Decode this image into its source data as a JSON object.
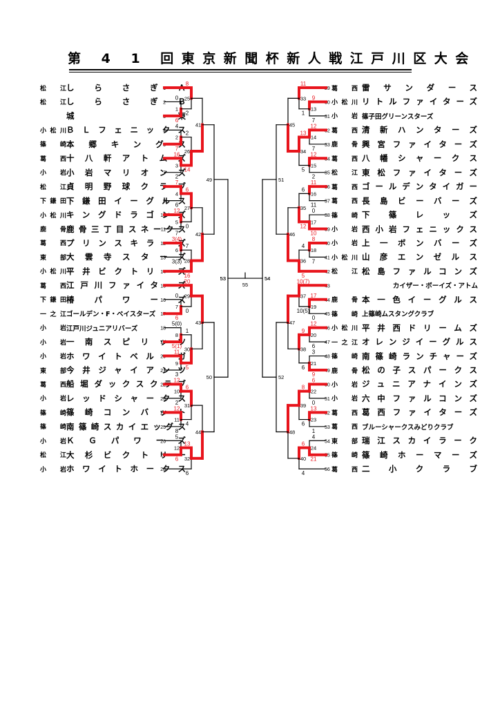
{
  "title": "第 4 1 回東京新聞杯新人戦江戸川区大会",
  "colors": {
    "winner": "#e8141c",
    "line": "#000000",
    "loss_score": "#000000",
    "win_score": "#e8141c"
  },
  "left_teams": [
    {
      "seed": 1,
      "area": "松　江",
      "name": "しらさぎＡ"
    },
    {
      "seed": 2,
      "area": "松　江",
      "name": "しらさぎＢ"
    },
    {
      "seed": 3,
      "area": "",
      "name": "城　　　　　　　　東",
      "style": "split"
    },
    {
      "seed": 4,
      "area": "小松川",
      "name": "ＢＬフェニックス"
    },
    {
      "seed": 5,
      "area": "篠　崎",
      "name": "本郷キングス"
    },
    {
      "seed": 6,
      "area": "葛　西",
      "name": "十八軒アトムズ"
    },
    {
      "seed": 7,
      "area": "小　岩",
      "name": "小岩マリオンズ"
    },
    {
      "seed": 8,
      "area": "松　江",
      "name": "貞明野球クラブ"
    },
    {
      "seed": 9,
      "area": "下鎌田",
      "name": "下鎌田イーグルス"
    },
    {
      "seed": 10,
      "area": "小松川",
      "name": "キングドラゴンズ"
    },
    {
      "seed": 11,
      "area": "鹿　骨",
      "name": "鹿骨三丁目スネークス"
    },
    {
      "seed": 12,
      "area": "葛　西",
      "name": "プリンスキラーズ"
    },
    {
      "seed": 13,
      "area": "東　部",
      "name": "大雲寺スターズ"
    },
    {
      "seed": 14,
      "area": "小松川",
      "name": "平井ビクトリーズ"
    },
    {
      "seed": 15,
      "area": "葛　西",
      "name": "江戸川ファイターズ"
    },
    {
      "seed": 16,
      "area": "下鎌田",
      "name": "椿パワーズ"
    },
    {
      "seed": 17,
      "area": "一之江",
      "name": "ゴールデン・F・ベイスターズ",
      "style": "small"
    },
    {
      "seed": 18,
      "area": "小　岩",
      "name": "江戸川ジュニアリバーズ",
      "style": "small"
    },
    {
      "seed": 19,
      "area": "小　岩",
      "name": "一南スピリッツ"
    },
    {
      "seed": 20,
      "area": "小　岩",
      "name": "ホワイトベルーガ"
    },
    {
      "seed": 21,
      "area": "東　部",
      "name": "今井ジャイアンツ"
    },
    {
      "seed": 22,
      "area": "葛　西",
      "name": "船堀ダックスクラブ"
    },
    {
      "seed": 23,
      "area": "小　岩",
      "name": "レッドシャークス"
    },
    {
      "seed": 24,
      "area": "篠　崎",
      "name": "篠崎コンバット"
    },
    {
      "seed": 25,
      "area": "篠　崎",
      "name": "南篠崎スカイエッグス"
    },
    {
      "seed": 26,
      "area": "小　岩",
      "name": "ＫＧパワーズ"
    },
    {
      "seed": 27,
      "area": "松　江",
      "name": "大杉ビクトリー"
    },
    {
      "seed": 28,
      "area": "小　岩",
      "name": "ホワイトホークス"
    }
  ],
  "right_teams": [
    {
      "seed": 29,
      "area": "葛　西",
      "name": "雷サンダース"
    },
    {
      "seed": 30,
      "area": "小松川",
      "name": "リトルファイターズ"
    },
    {
      "seed": 31,
      "area": "小　岩",
      "name": "篠子田グリーンスターズ",
      "style": "small"
    },
    {
      "seed": 32,
      "area": "葛　西",
      "name": "清新ハンターズ"
    },
    {
      "seed": 33,
      "area": "鹿　骨",
      "name": "興宮ファイターズ"
    },
    {
      "seed": 34,
      "area": "葛　西",
      "name": "八幡シャークス"
    },
    {
      "seed": 35,
      "area": "松　江",
      "name": "東松ファイターズ"
    },
    {
      "seed": 36,
      "area": "葛　西",
      "name": "ゴールデンタイガー"
    },
    {
      "seed": 37,
      "area": "葛　西",
      "name": "長島ビーバーズ"
    },
    {
      "seed": 38,
      "area": "篠　崎",
      "name": "下篠レッズ"
    },
    {
      "seed": 39,
      "area": "小　岩",
      "name": "西小岩フェニックス"
    },
    {
      "seed": 40,
      "area": "小　岩",
      "name": "上一ボンバーズ"
    },
    {
      "seed": 41,
      "area": "小松川",
      "name": "山彦エンゼルス"
    },
    {
      "seed": 42,
      "area": "松　江",
      "name": "松島ファルコンズ"
    },
    {
      "seed": 43,
      "area": "",
      "name": "カイザー・ボーイズ・アトム",
      "style": "small-right"
    },
    {
      "seed": 44,
      "area": "鹿　骨",
      "name": "本一色イーグルス"
    },
    {
      "seed": 45,
      "area": "篠　崎",
      "name": "上篠崎ムスタングクラブ",
      "style": "small"
    },
    {
      "seed": 46,
      "area": "小松川",
      "name": "平井西ドリームズ"
    },
    {
      "seed": 47,
      "area": "一之江",
      "name": "オレンジイーグルス"
    },
    {
      "seed": 48,
      "area": "篠　崎",
      "name": "南篠崎ランチャーズ"
    },
    {
      "seed": 49,
      "area": "鹿　骨",
      "name": "松の子スパークス"
    },
    {
      "seed": 50,
      "area": "小　岩",
      "name": "ジュニアナインズ"
    },
    {
      "seed": 51,
      "area": "小　岩",
      "name": "六中ファルコンズ"
    },
    {
      "seed": 52,
      "area": "葛　西",
      "name": "葛西ファイターズ"
    },
    {
      "seed": 53,
      "area": "葛　西",
      "name": "ブルーシャークスみどりクラブ",
      "style": "small"
    },
    {
      "seed": 54,
      "area": "東　部",
      "name": "瑞江スカイラーク"
    },
    {
      "seed": 55,
      "area": "篠　崎",
      "name": "篠崎ホーマーズ"
    },
    {
      "seed": 56,
      "area": "葛　西",
      "name": "二小クラブ"
    }
  ],
  "matches": [
    {
      "id": 1,
      "side": "L",
      "a": 2,
      "b": 3,
      "winner": "b",
      "score_a": "0",
      "score_b": "6"
    },
    {
      "id": 2,
      "side": "L",
      "a": 4,
      "b": 5,
      "winner": "b",
      "score_a": "4",
      "score_b": "7"
    },
    {
      "id": 3,
      "side": "L",
      "a": 6,
      "b": 7,
      "winner": "a",
      "score_a": "16",
      "score_b": "2"
    },
    {
      "id": 4,
      "side": "L",
      "a": 8,
      "b": 9,
      "winner": "a",
      "score_a": "7",
      "score_b": "6"
    },
    {
      "id": 5,
      "side": "L",
      "a": 10,
      "b": 11,
      "winner": "a",
      "score_a": "12",
      "score_b": "7"
    },
    {
      "id": 6,
      "side": "L",
      "a": 12,
      "b": 13,
      "winner": "a",
      "score_a": "3(4)",
      "score_b": "3(3)"
    },
    {
      "id": 7,
      "side": "L",
      "a": 16,
      "b": 17,
      "winner": "b",
      "score_a": "0",
      "score_b": "6"
    },
    {
      "id": 8,
      "side": "L",
      "a": 18,
      "b": 19,
      "winner": "b",
      "score_a": "5(0)",
      "score_b": "5(1)"
    },
    {
      "id": 9,
      "side": "L",
      "a": 20,
      "b": 21,
      "winner": "a",
      "score_a": "11",
      "score_b": "3"
    },
    {
      "id": 10,
      "side": "L",
      "a": 22,
      "b": 23,
      "winner": "a",
      "score_a": "12",
      "score_b": "2"
    },
    {
      "id": 11,
      "side": "L",
      "a": 24,
      "b": 25,
      "winner": "a",
      "score_a": "12",
      "score_b": "8"
    },
    {
      "id": 12,
      "side": "L",
      "a": 26,
      "b": 27,
      "winner": "b",
      "score_a": "5",
      "score_b": "6"
    },
    {
      "id": 13,
      "side": "R",
      "a": 30,
      "b": 31,
      "winner": "a",
      "score_a": "9",
      "score_b": "7"
    },
    {
      "id": 14,
      "side": "R",
      "a": 32,
      "b": 33,
      "winner": "a",
      "score_a": "12",
      "score_b": "7"
    },
    {
      "id": 15,
      "side": "R",
      "a": 34,
      "b": 35,
      "winner": "a",
      "score_a": "12",
      "score_b": "2"
    },
    {
      "id": 16,
      "side": "R",
      "a": 36,
      "b": 37,
      "winner": "a",
      "score_a": "11",
      "score_b": "11"
    },
    {
      "id": 17,
      "side": "R",
      "a": 38,
      "b": 39,
      "winner": "b",
      "score_a": "0",
      "score_b": "10"
    },
    {
      "id": 18,
      "side": "R",
      "a": 40,
      "b": 41,
      "winner": "a",
      "score_a": "8",
      "score_b": "7"
    },
    {
      "id": 19,
      "side": "R",
      "a": 44,
      "b": 45,
      "winner": "a",
      "score_a": "17",
      "score_b": "0"
    },
    {
      "id": 20,
      "side": "R",
      "a": 46,
      "b": 47,
      "winner": "a",
      "score_a": "12",
      "score_b": "6"
    },
    {
      "id": 21,
      "side": "R",
      "a": 48,
      "b": 49,
      "winner": "b",
      "score_a": "3",
      "score_b": "9"
    },
    {
      "id": 22,
      "side": "R",
      "a": 50,
      "b": 51,
      "winner": "a",
      "score_a": "6",
      "score_b": "0"
    },
    {
      "id": 23,
      "side": "R",
      "a": 52,
      "b": 53,
      "winner": "a",
      "score_a": "13",
      "score_b": "1"
    },
    {
      "id": 24,
      "side": "R",
      "a": 54,
      "b": 55,
      "winner": "b",
      "score_a": "4",
      "score_b": "21"
    },
    {
      "id": 25,
      "side": "L",
      "a": 1,
      "b": "m1",
      "winner": "a",
      "score_a": "8",
      "score_b": "2"
    },
    {
      "id": 26,
      "side": "L",
      "a": "m2",
      "b": "m3",
      "winner": "b",
      "score_a": "2",
      "score_b": "14"
    },
    {
      "id": 27,
      "side": "L",
      "a": "m4",
      "b": "m5",
      "winner": "a",
      "score_a": "6",
      "score_b": "0"
    },
    {
      "id": 28,
      "side": "L",
      "a": "m6",
      "b": 14,
      "winner": "b",
      "score_a": "7",
      "score_b": "16"
    },
    {
      "id": 29,
      "side": "L",
      "a": 15,
      "b": "m7",
      "winner": "a",
      "score_a": "20",
      "score_b": "0"
    },
    {
      "id": 30,
      "side": "L",
      "a": "m8",
      "b": "m9",
      "winner": "b",
      "score_a": "1",
      "score_b": "5"
    },
    {
      "id": 31,
      "side": "L",
      "a": "m10",
      "b": "m11",
      "winner": "a",
      "score_a": "6",
      "score_b": "4"
    },
    {
      "id": 32,
      "side": "L",
      "a": "m12",
      "b": 28,
      "winner": "a",
      "score_a": "13",
      "score_b": "6"
    },
    {
      "id": 33,
      "side": "R",
      "a": 29,
      "b": "m13",
      "winner": "a",
      "score_a": "11",
      "score_b": "1"
    },
    {
      "id": 34,
      "side": "R",
      "a": "m14",
      "b": "m15",
      "winner": "a",
      "score_a": "13",
      "score_b": "5"
    },
    {
      "id": 35,
      "side": "R",
      "a": "m16",
      "b": "m17",
      "winner": "b",
      "score_a": "6",
      "score_b": "12"
    },
    {
      "id": 36,
      "side": "R",
      "a": "m18",
      "b": 42,
      "winner": "b",
      "score_a": "4",
      "score_b": "5"
    },
    {
      "id": 37,
      "side": "R",
      "a": 43,
      "b": "m19",
      "winner": "a",
      "score_a": "10(7)",
      "score_b": "10(5)"
    },
    {
      "id": 38,
      "side": "R",
      "a": "m20",
      "b": "m21",
      "winner": "a",
      "score_a": "9",
      "score_b": "6"
    },
    {
      "id": 39,
      "side": "R",
      "a": "m22",
      "b": "m23",
      "winner": "a",
      "score_a": "8",
      "score_b": "6"
    },
    {
      "id": 40,
      "side": "R",
      "a": "m24",
      "b": 56,
      "winner": "a",
      "score_a": "6",
      "score_b": "4"
    },
    {
      "id": 41,
      "side": "L",
      "a": "m25",
      "b": "m26",
      "winner": "b",
      "score_a": "",
      "score_b": ""
    },
    {
      "id": 42,
      "side": "L",
      "a": "m27",
      "b": "m28",
      "winner": "b",
      "score_a": "",
      "score_b": ""
    },
    {
      "id": 43,
      "side": "L",
      "a": "m29",
      "b": "m30",
      "winner": "a",
      "score_a": "",
      "score_b": ""
    },
    {
      "id": 44,
      "side": "L",
      "a": "m31",
      "b": "m32",
      "winner": "b",
      "score_a": "",
      "score_b": ""
    },
    {
      "id": 45,
      "side": "R",
      "a": "m33",
      "b": "m34",
      "winner": "b",
      "score_a": "",
      "score_b": ""
    },
    {
      "id": 46,
      "side": "R",
      "a": "m35",
      "b": "m36",
      "winner": "b",
      "score_a": "",
      "score_b": ""
    },
    {
      "id": 47,
      "side": "R",
      "a": "m37",
      "b": "m38",
      "winner": "a",
      "score_a": "",
      "score_b": ""
    },
    {
      "id": 48,
      "side": "R",
      "a": "m39",
      "b": "m40",
      "winner": "a",
      "score_a": "",
      "score_b": ""
    },
    {
      "id": 49,
      "side": "L",
      "a": "m41",
      "b": "m42",
      "winner": null,
      "score_a": "",
      "score_b": ""
    },
    {
      "id": 50,
      "side": "L",
      "a": "m43",
      "b": "m44",
      "winner": null,
      "score_a": "",
      "score_b": ""
    },
    {
      "id": 51,
      "side": "R",
      "a": "m45",
      "b": "m46",
      "winner": null,
      "score_a": "",
      "score_b": ""
    },
    {
      "id": 52,
      "side": "R",
      "a": "m47",
      "b": "m48",
      "winner": null,
      "score_a": "",
      "score_b": ""
    },
    {
      "id": 53,
      "side": "L",
      "a": "m49",
      "b": "m50",
      "winner": null,
      "score_a": "",
      "score_b": ""
    },
    {
      "id": 54,
      "side": "R",
      "a": "m51",
      "b": "m52",
      "winner": null,
      "score_a": "",
      "score_b": ""
    },
    {
      "id": 55,
      "side": "C",
      "a": "m53",
      "b": "m54",
      "winner": null,
      "score_a": "",
      "score_b": ""
    }
  ]
}
